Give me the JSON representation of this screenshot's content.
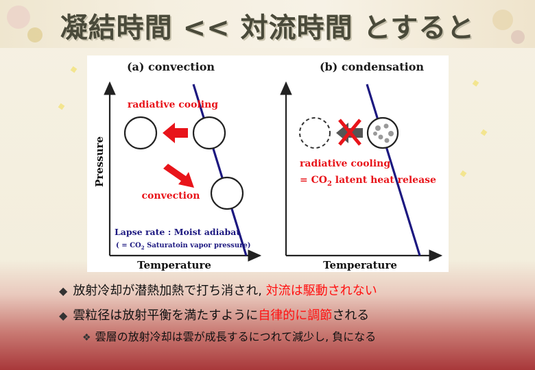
{
  "slide": {
    "title": "凝結時間 << 対流時間 とすると"
  },
  "figure": {
    "panel_a": {
      "title": "(a) convection",
      "y_axis_label": "Pressure",
      "x_axis_label": "Temperature",
      "radiative_label": "radiative cooling",
      "convection_label": "convection",
      "lapse_line1": "Lapse rate : Moist adiabat",
      "lapse_line2_pre": "( = CO",
      "lapse_line2_sub": "2",
      "lapse_line2_post": " Saturatoin vapor pressure)"
    },
    "panel_b": {
      "title": "(b) condensation",
      "x_axis_label": "Temperature",
      "label_line1": "radiative cooling",
      "label_line2_pre": "= CO",
      "label_line2_sub": "2",
      "label_line2_post": " latent heat release"
    },
    "colors": {
      "adiabat": "#1c1880",
      "arrow_red": "#e8141a",
      "lapse_text": "#1c1880"
    }
  },
  "bullets": [
    {
      "mark": "◆",
      "text_plain": "放射冷却が潜熱加熱で打ち消され, ",
      "text_red": "対流は駆動されない",
      "text_after": ""
    },
    {
      "mark": "◆",
      "text_plain": "雲粒径は放射平衡を満たすように",
      "text_red": "自律的に調節",
      "text_after": "される"
    }
  ],
  "sub_bullet": {
    "mark": "❖",
    "text": "雲層の放射冷却は雲が成長するにつれて減少し, 負になる"
  }
}
